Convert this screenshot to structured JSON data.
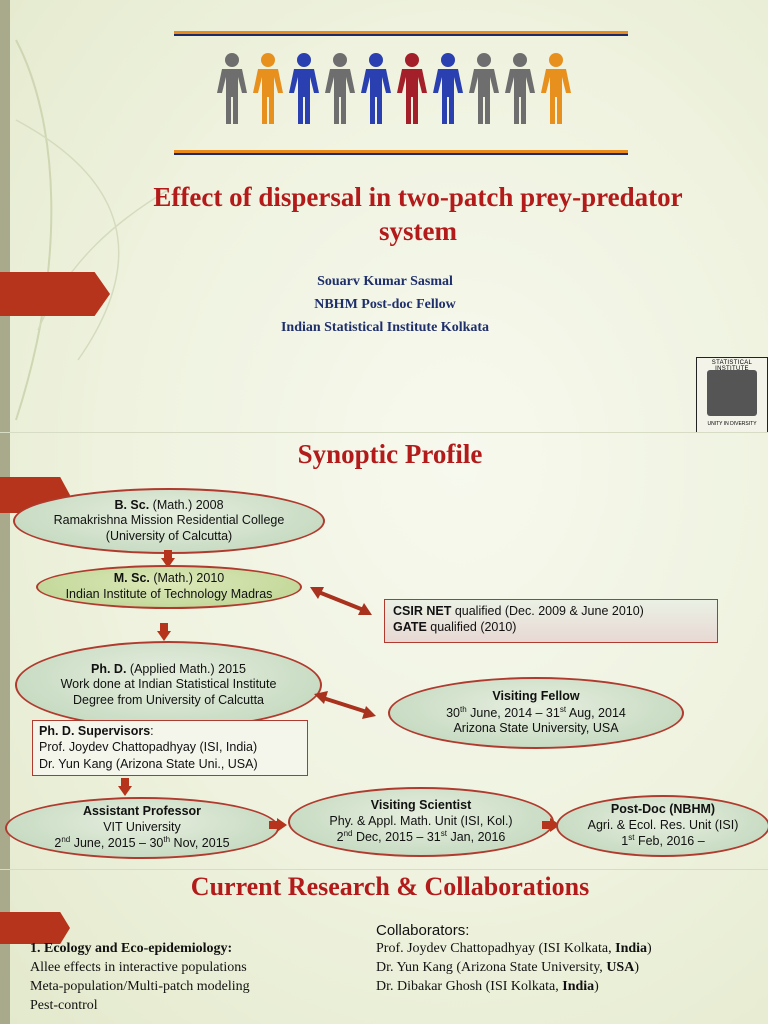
{
  "slide1": {
    "title_line1": "Effect of dispersal in two-patch prey-predator",
    "title_line2": "system",
    "author": "Souarv Kumar Sasmal",
    "position": "NBHM Post-doc Fellow",
    "affiliation": "Indian Statistical Institute Kolkata",
    "logo_text": "STATISTICAL INSTITUTE",
    "logo_motto": "UNITY IN DIVERSITY",
    "people_colors": [
      "#6e6e6e",
      "#e8901e",
      "#2a3fb0",
      "#6e6e6e",
      "#2a3fb0",
      "#a3202a",
      "#2a3fb0",
      "#6e6e6e",
      "#6e6e6e",
      "#e8901e"
    ]
  },
  "slide2": {
    "title": "Synoptic Profile",
    "bsc": {
      "degree": "B. Sc.",
      "subject": "(Math.) 2008",
      "line2": "Ramakrishna Mission Residential College",
      "line3": "(University of Calcutta)"
    },
    "msc": {
      "degree": "M. Sc.",
      "subject": "(Math.) 2010",
      "line2": "Indian Institute of Technology Madras"
    },
    "csir": {
      "l1b": "CSIR NET",
      "l1": "qualified (Dec. 2009 & June 2010)",
      "l2b": "GATE",
      "l2": "qualified (2010)"
    },
    "phd": {
      "degree": "Ph. D.",
      "subject": "(Applied Math.) 2015",
      "line2": "Work done at Indian Statistical Institute",
      "line3": "Degree from University of Calcutta"
    },
    "fellow": {
      "title": "Visiting Fellow",
      "d1": "30",
      "s1": "th",
      "d2": "June, 2014 – 31",
      "s2": "st",
      "d3": "Aug, 2014",
      "line3": "Arizona State University, USA"
    },
    "supervisors": {
      "title": "Ph. D. Supervisors",
      "colon": ":",
      "s1": "Prof. Joydev Chattopadhyay (ISI, India)",
      "s2": "Dr. Yun Kang (Arizona State Uni., USA)"
    },
    "asst": {
      "title": "Assistant Professor",
      "line2": "VIT University",
      "d1": "2",
      "s1": "nd",
      "d2": "June, 2015 – 30",
      "s2": "th",
      "d3": "Nov, 2015"
    },
    "scientist": {
      "title": "Visiting Scientist",
      "line2": "Phy. & Appl. Math. Unit (ISI, Kol.)",
      "d1": "2",
      "s1": "nd",
      "d2": "Dec, 2015 – 31",
      "s2": "st",
      "d3": "Jan, 2016"
    },
    "postdoc": {
      "title": "Post-Doc (NBHM)",
      "line2": "Agri. & Ecol. Res. Unit (ISI)",
      "d1": "1",
      "s1": "st",
      "d2": "Feb, 2016 –"
    }
  },
  "slide3": {
    "title": "Current Research & Collaborations",
    "collab_heading": "Collaborators:",
    "c1": "Prof. Joydev Chattopadhyay (ISI Kolkata, ",
    "c1b": "India",
    "c1e": ")",
    "c2": "Dr. Yun Kang (Arizona State University, ",
    "c2b": "USA",
    "c2e": ")",
    "c3": "Dr. Dibakar Ghosh (ISI Kolkata, ",
    "c3b": "India",
    "c3e": ")",
    "topic_heading": "1. Ecology and Eco-epidemiology:",
    "t1": "Allee effects in interactive populations",
    "t2": "Meta-population/Multi-patch modeling",
    "t3": "Pest-control"
  }
}
